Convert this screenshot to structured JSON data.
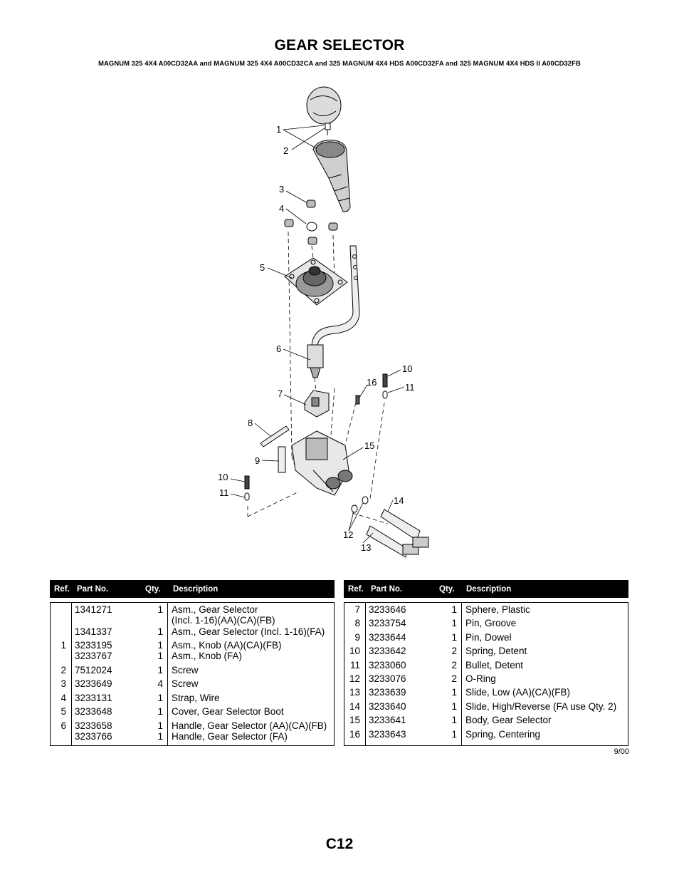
{
  "header": {
    "title": "GEAR SELECTOR",
    "subtitle": "MAGNUM 325 4X4 A00CD32AA and MAGNUM 325 4X4 A00CD32CA and 325 MAGNUM 4X4 HDS A00CD32FA and 325 MAGNUM 4X4 HDS II A00CD32FB"
  },
  "diagram": {
    "callouts": [
      "1",
      "2",
      "3",
      "4",
      "5",
      "6",
      "7",
      "8",
      "9",
      "10",
      "11",
      "10",
      "11",
      "12",
      "13",
      "14",
      "15",
      "16"
    ]
  },
  "columns": {
    "ref": "Ref.",
    "part": "Part No.",
    "qty": "Qty.",
    "desc": "Description"
  },
  "left_table": [
    {
      "ref": "",
      "part": "1341271",
      "qty": "1",
      "desc": "Asm., Gear Selector"
    },
    {
      "ref": "",
      "part": "",
      "qty": "",
      "desc": "(Incl. 1-16)(AA)(CA)(FB)"
    },
    {
      "ref": "",
      "part": "1341337",
      "qty": "1",
      "desc": "Asm., Gear Selector (Incl. 1-16)(FA)"
    },
    {
      "ref": "1",
      "part": "3233195",
      "qty": "1",
      "desc": "Asm., Knob (AA)(CA)(FB)"
    },
    {
      "ref": "",
      "part": "3233767",
      "qty": "1",
      "desc": "Asm., Knob (FA)"
    },
    {
      "ref": "2",
      "part": "7512024",
      "qty": "1",
      "desc": "Screw"
    },
    {
      "ref": "3",
      "part": "3233649",
      "qty": "4",
      "desc": "Screw"
    },
    {
      "ref": "4",
      "part": "3233131",
      "qty": "1",
      "desc": "Strap, Wire"
    },
    {
      "ref": "5",
      "part": "3233648",
      "qty": "1",
      "desc": "Cover, Gear Selector Boot"
    },
    {
      "ref": "6",
      "part": "3233658",
      "qty": "1",
      "desc": "Handle, Gear Selector (AA)(CA)(FB)"
    },
    {
      "ref": "",
      "part": "3233766",
      "qty": "1",
      "desc": "Handle, Gear Selector (FA)"
    }
  ],
  "right_table": [
    {
      "ref": "7",
      "part": "3233646",
      "qty": "1",
      "desc": "Sphere, Plastic"
    },
    {
      "ref": "8",
      "part": "3233754",
      "qty": "1",
      "desc": "Pin, Groove"
    },
    {
      "ref": "9",
      "part": "3233644",
      "qty": "1",
      "desc": "Pin, Dowel"
    },
    {
      "ref": "10",
      "part": "3233642",
      "qty": "2",
      "desc": "Spring, Detent"
    },
    {
      "ref": "11",
      "part": "3233060",
      "qty": "2",
      "desc": "Bullet, Detent"
    },
    {
      "ref": "12",
      "part": "3233076",
      "qty": "2",
      "desc": "O-Ring"
    },
    {
      "ref": "13",
      "part": "3233639",
      "qty": "1",
      "desc": "Slide, Low (AA)(CA)(FB)"
    },
    {
      "ref": "14",
      "part": "3233640",
      "qty": "1",
      "desc": "Slide, High/Reverse (FA use Qty. 2)"
    },
    {
      "ref": "15",
      "part": "3233641",
      "qty": "1",
      "desc": "Body, Gear Selector"
    },
    {
      "ref": "16",
      "part": "3233643",
      "qty": "1",
      "desc": "Spring, Centering"
    }
  ],
  "footer": {
    "revision": "9/00",
    "page": "C12"
  }
}
